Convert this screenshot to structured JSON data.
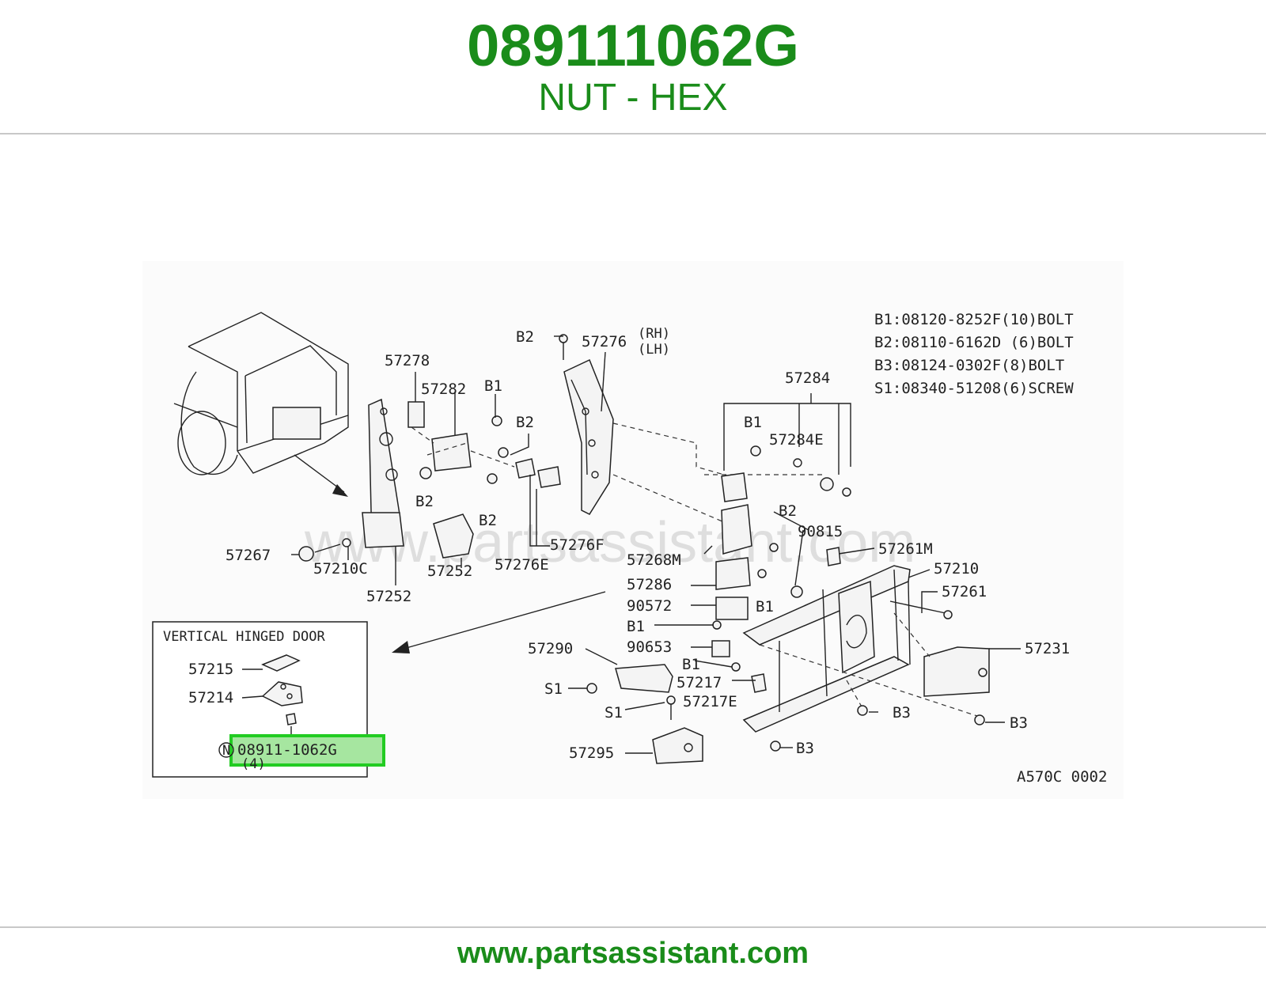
{
  "header": {
    "part_number": "089111062G",
    "description": "NUT - HEX"
  },
  "footer": {
    "url": "www.partsassistant.com"
  },
  "diagram": {
    "watermark": "www.partsassistant.com",
    "figure_code": "A570C 0002",
    "legend": [
      "B1:08120-8252F(10)BOLT",
      "B2:08110-6162D (6)BOLT",
      "B3:08124-0302F(8)BOLT",
      "S1:08340-51208(6)SCREW"
    ],
    "inset": {
      "title": "VERTICAL HINGED DOOR",
      "labels": [
        "57215",
        "57214"
      ],
      "highlight_marker": "N",
      "highlight_part": "08911-1062G",
      "highlight_qty": "(4)"
    },
    "callouts": {
      "c57278": "57278",
      "c57282": "57282",
      "c57276": "57276",
      "c57276rh": "(RH)",
      "c57276lh": "(LH)",
      "c57284": "57284",
      "c57284e": "57284E",
      "c90815": "90815",
      "c57261m": "57261M",
      "c57210": "57210",
      "c57261": "57261",
      "c57231": "57231",
      "c57267": "57267",
      "c57210c": "57210C",
      "c57252a": "57252",
      "c57252b": "57252",
      "c57276f": "57276F",
      "c57276e": "57276E",
      "c57268m": "57268M",
      "c57286": "57286",
      "c90572": "90572",
      "c90653": "90653",
      "c57290": "57290",
      "c57217": "57217",
      "c57217e": "57217E",
      "c57295": "57295",
      "b1a": "B1",
      "b1b": "B1",
      "b1c": "B1",
      "b1d": "B1",
      "b1e": "B1",
      "b2a": "B2",
      "b2b": "B2",
      "b2c": "B2",
      "b2d": "B2",
      "b2e": "B2",
      "b3a": "B3",
      "b3b": "B3",
      "b3c": "B3",
      "s1a": "S1",
      "s1b": "S1"
    }
  }
}
